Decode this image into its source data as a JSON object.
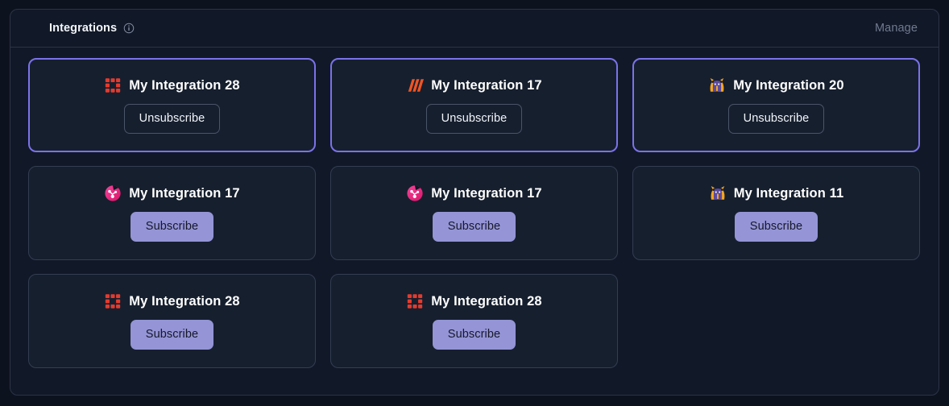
{
  "header": {
    "title": "Integrations",
    "info_icon": "info-circle-icon",
    "manage_label": "Manage"
  },
  "buttons": {
    "subscribe_label": "Subscribe",
    "unsubscribe_label": "Unsubscribe"
  },
  "colors": {
    "page_background": "#0d121f",
    "panel_background": "#111827",
    "card_background": "#161f2e",
    "card_border": "#333e52",
    "card_border_active": "#7b72e9",
    "subscribe_button": "#9494d6",
    "subscribe_button_text": "#16182b",
    "title_text": "#ffffff",
    "muted_text": "#6f7a90",
    "logo_bricks": "#e33b2e",
    "logo_slashes": "#f05423",
    "logo_orb": "#e0176d",
    "logo_mascot_body": "#5b4a9e",
    "logo_mascot_accent": "#f5a623"
  },
  "cards": [
    {
      "title": "My Integration 28",
      "icon": "bricks-grid-icon",
      "subscribed": true,
      "action": "Unsubscribe"
    },
    {
      "title": "My Integration 17",
      "icon": "slashes-icon",
      "subscribed": true,
      "action": "Unsubscribe"
    },
    {
      "title": "My Integration 20",
      "icon": "mascot-icon",
      "subscribed": true,
      "action": "Unsubscribe"
    },
    {
      "title": "My Integration 17",
      "icon": "pink-orb-icon",
      "subscribed": false,
      "action": "Subscribe"
    },
    {
      "title": "My Integration 17",
      "icon": "pink-orb-icon",
      "subscribed": false,
      "action": "Subscribe"
    },
    {
      "title": "My Integration 11",
      "icon": "mascot-icon",
      "subscribed": false,
      "action": "Subscribe"
    },
    {
      "title": "My Integration 28",
      "icon": "bricks-grid-icon",
      "subscribed": false,
      "action": "Subscribe"
    },
    {
      "title": "My Integration 28",
      "icon": "bricks-grid-icon",
      "subscribed": false,
      "action": "Subscribe"
    }
  ]
}
